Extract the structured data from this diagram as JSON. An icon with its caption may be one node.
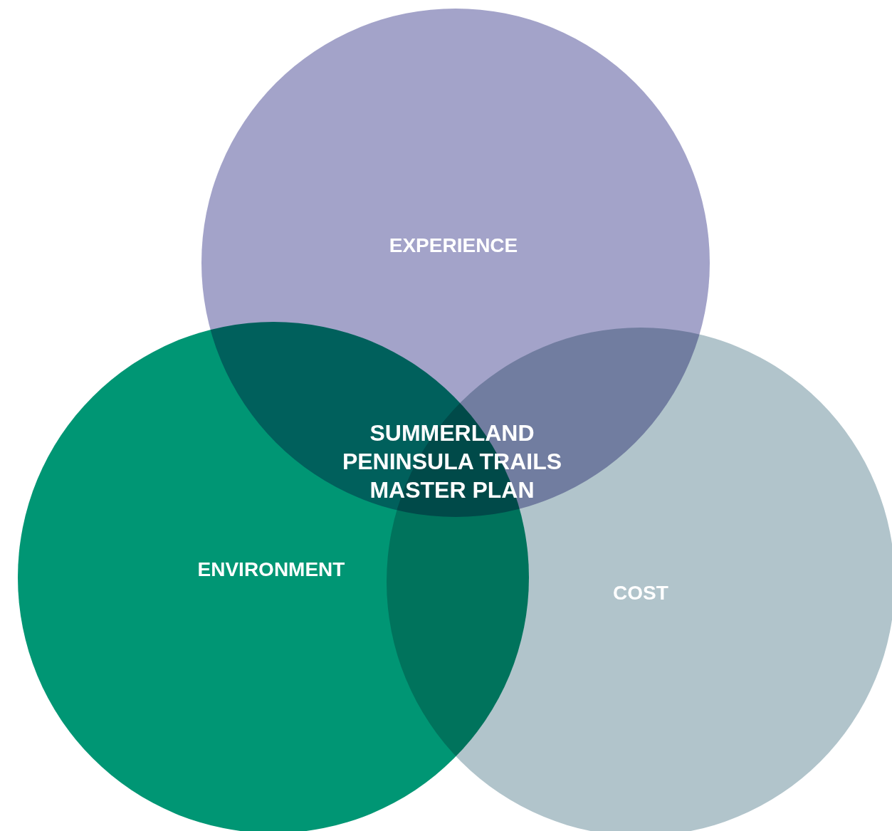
{
  "diagram": {
    "nodes": [
      {
        "text": [
          "EXPERIENCE"
        ]
      },
      {
        "text": [
          "ENVIRONMENT"
        ]
      },
      {
        "text": [
          "COST"
        ]
      }
    ],
    "labels": [
      "SUMMERLAND PENINSULA TRAILS MASTER PLAN"
    ]
  }
}
